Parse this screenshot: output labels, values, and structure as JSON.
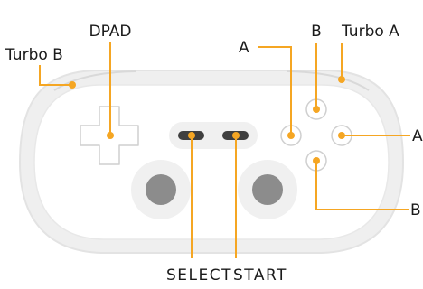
{
  "labels": {
    "dpad": "DPAD",
    "turbo_b": "Turbo B",
    "turbo_a": "Turbo A",
    "a_left": "A",
    "a_right": "A",
    "b_top": "B",
    "b_bottom": "B",
    "select": "SELECT",
    "start": "START"
  },
  "colors": {
    "callout": "#f5a623",
    "body_outline": "#e6e6e6",
    "body_fill": "#ffffff",
    "ring_fill": "#f2f2f2",
    "button_outline": "#cfcfcf",
    "stick_fill": "#8c8c8c",
    "pill": "#3f3f3f",
    "label_text": "#1a1a1a"
  }
}
